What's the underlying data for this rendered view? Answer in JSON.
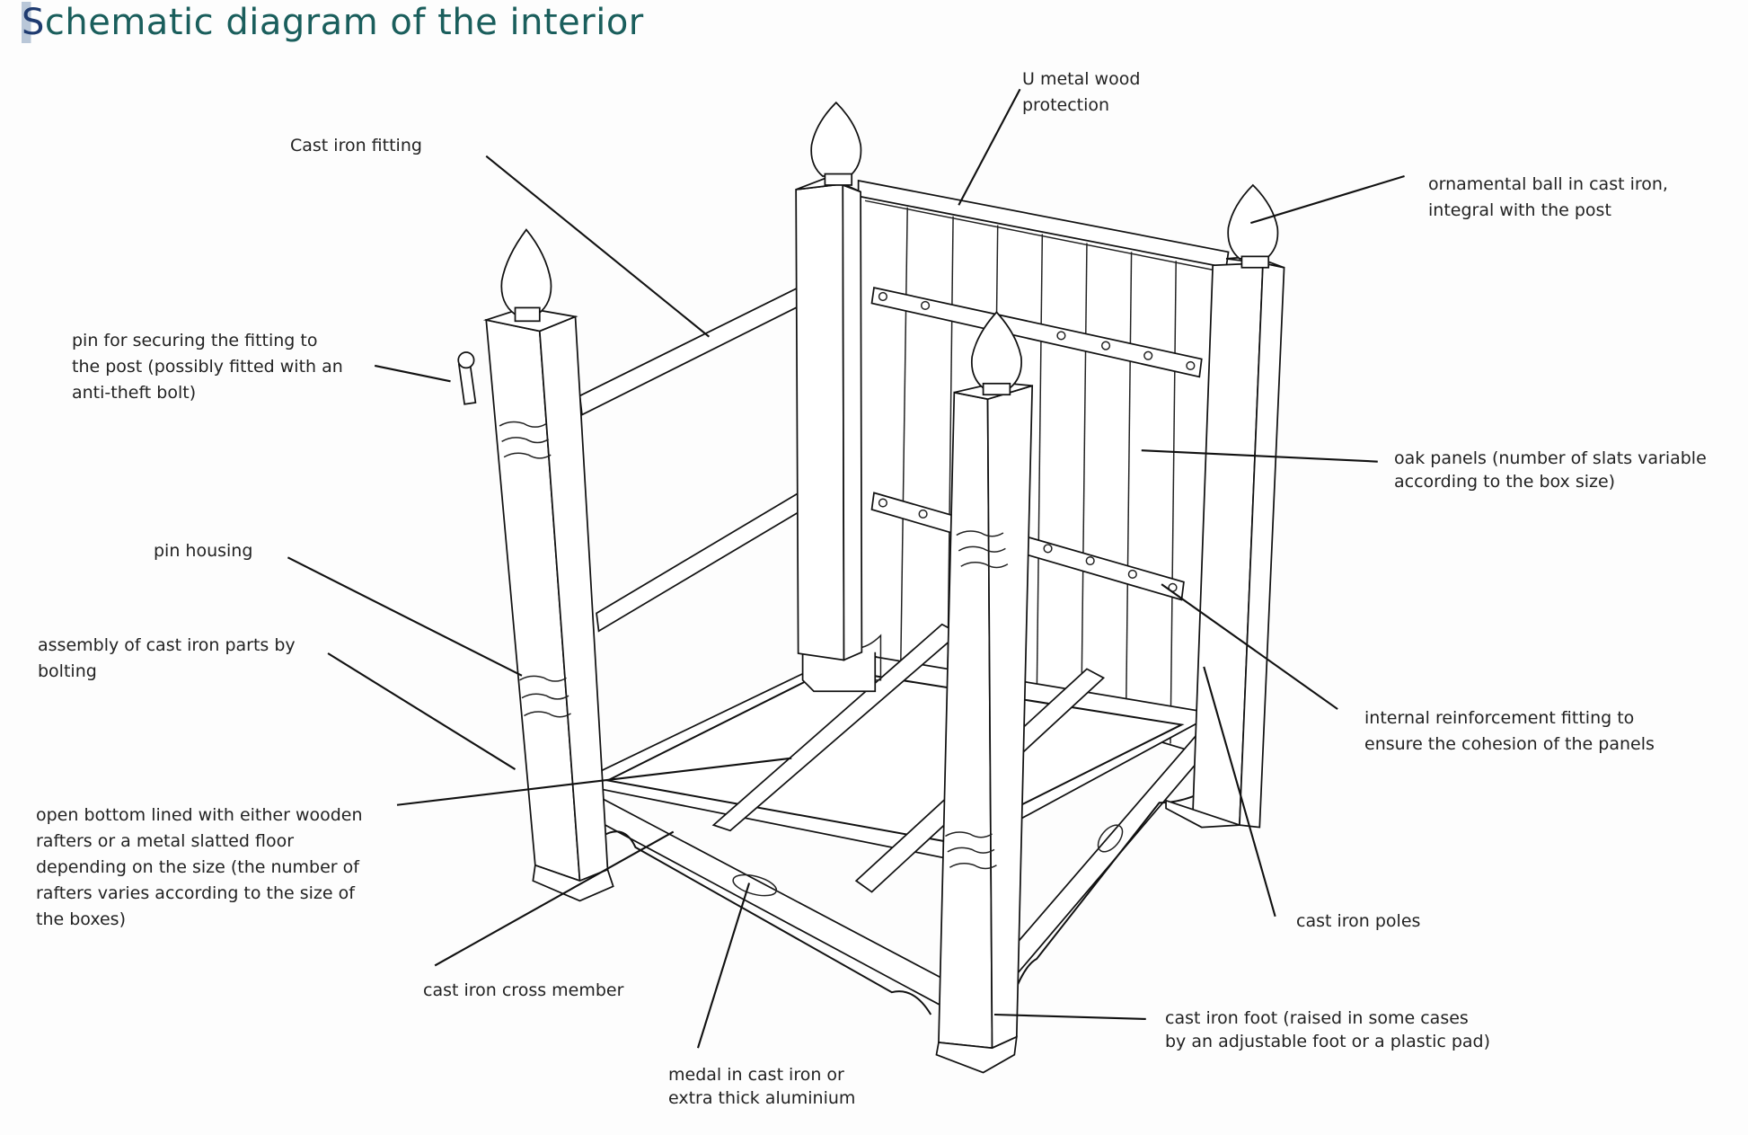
{
  "title": {
    "initial": "S",
    "rest": "chematic diagram of the interior"
  },
  "colors": {
    "title": "#1a5e5c",
    "line": "#111111",
    "background": "#fdfdfd"
  },
  "labels": {
    "u_metal": [
      "U metal wood",
      "protection"
    ],
    "cast_iron_fitting": [
      "Cast iron fitting"
    ],
    "ornamental_ball": [
      "ornamental ball in cast iron,",
      "integral with the post"
    ],
    "pin": [
      "pin for securing the fitting to",
      "the post (possibly fitted with an",
      "anti-theft bolt)"
    ],
    "oak_panels": [
      "oak panels (number of slats variable",
      "according to the box size)"
    ],
    "pin_housing": [
      "pin housing"
    ],
    "assembly": [
      "assembly of cast iron parts by",
      "bolting"
    ],
    "reinforcement": [
      "internal reinforcement fitting to",
      "ensure the cohesion of the panels"
    ],
    "open_bottom": [
      "open bottom lined with either wooden",
      "rafters or a metal slatted floor",
      "depending on the size (the number of",
      "rafters varies according to the size of",
      "the boxes)"
    ],
    "cast_iron_poles": [
      "cast iron poles"
    ],
    "cross_member": [
      "cast iron cross member"
    ],
    "foot": [
      "cast iron foot (raised in some cases",
      "by an adjustable foot or a plastic pad)"
    ],
    "medal": [
      "medal in cast iron or",
      "extra thick aluminium"
    ]
  }
}
